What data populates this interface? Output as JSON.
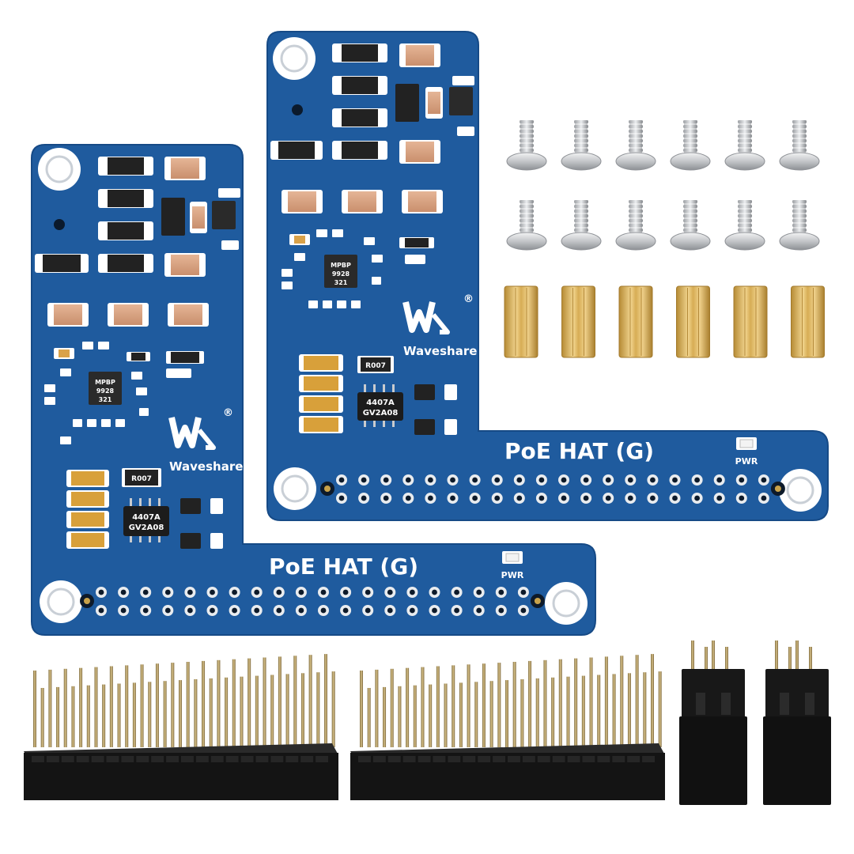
{
  "colors": {
    "background": "#ffffff",
    "pcb_blue": "#1f5b9e",
    "pcb_dark": "#17497f",
    "silkscreen": "#ffffff",
    "brass": "#d9b25a",
    "screw_silver": "#c9cbce",
    "header_black": "#141414",
    "pin_gold": "#b89a55",
    "ceramic": "#d8a383"
  },
  "boards": [
    {
      "name": "rear-board",
      "product_label": "PoE HAT (G)",
      "brand": "Waveshare",
      "registered_mark": "®",
      "power_led_label": "PWR",
      "small_ic_marking": "R007",
      "ic_marking_1": "4407A",
      "ic_marking_2": "GV2A08",
      "controller_marking_1": "MPBP",
      "controller_marking_2": "9928",
      "controller_marking_3": "321"
    },
    {
      "name": "front-board",
      "product_label": "PoE HAT (G)",
      "brand": "Waveshare",
      "registered_mark": "®",
      "power_led_label": "PWR",
      "small_ic_marking": "R007",
      "ic_marking_1": "4407A",
      "ic_marking_2": "GV2A08",
      "controller_marking_1": "MPBP",
      "controller_marking_2": "9928",
      "controller_marking_3": "321"
    }
  ],
  "accessories": {
    "screw_count": 12,
    "standoff_count": 6,
    "header_40pin_count": 2,
    "header_4pin_count": 2
  }
}
